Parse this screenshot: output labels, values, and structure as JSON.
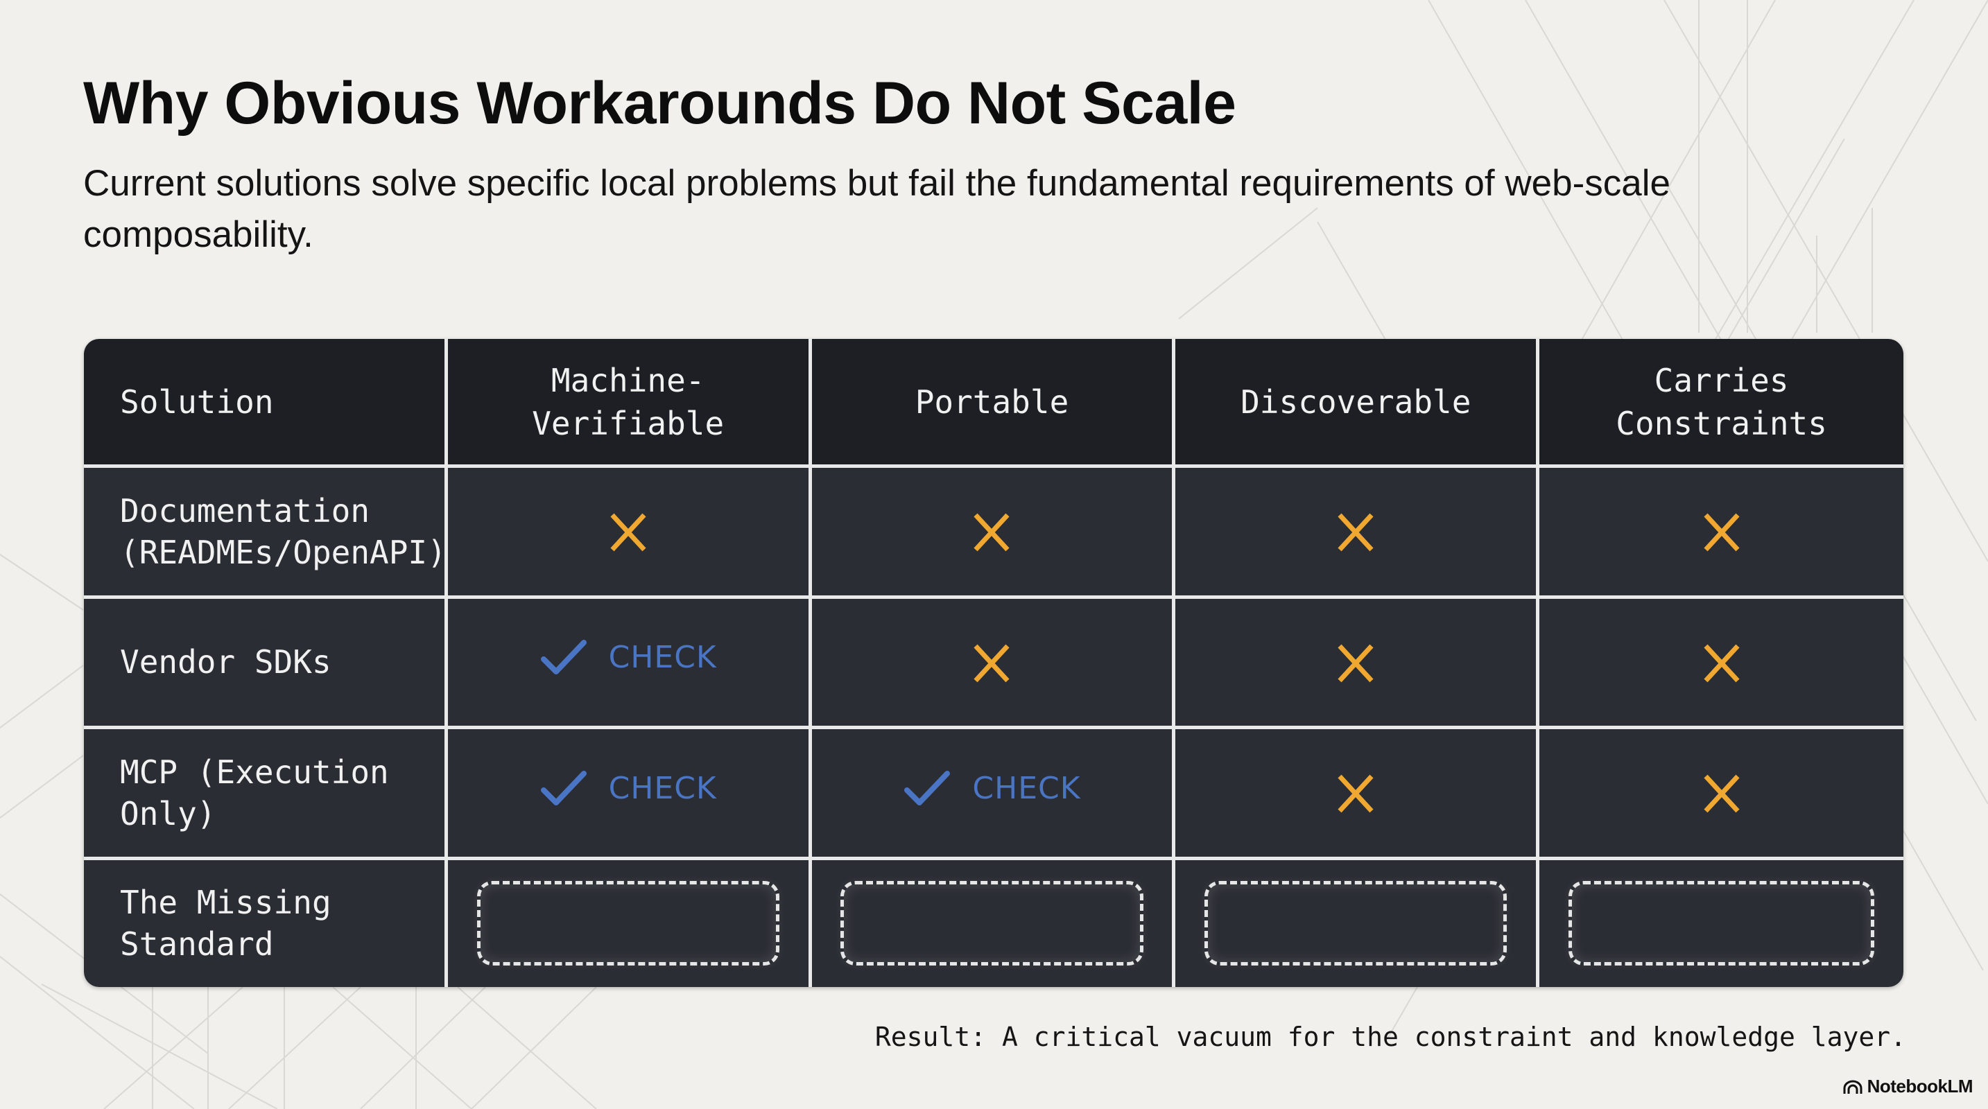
{
  "slide": {
    "title": "Why Obvious Workarounds Do Not Scale",
    "subtitle": "Current solutions solve specific local problems but fail the fundamental requirements of web-scale composability.",
    "result": "Result: A critical vacuum for the constraint and knowledge layer.",
    "brand": "NotebookLM"
  },
  "colors": {
    "background": "#f1f0ec",
    "header_bg": "#1d1f24",
    "cell_bg": "#2a2d33",
    "cross": "#f0a830",
    "check": "#4a74c4",
    "grid": "#e9e9e9"
  },
  "table": {
    "headers": [
      "Solution",
      "Machine-\nVerifiable",
      "Portable",
      "Discoverable",
      "Carries\nConstraints"
    ],
    "header_lines": {
      "h0": [
        "Solution"
      ],
      "h1": [
        "Machine-",
        "Verifiable"
      ],
      "h2": [
        "Portable"
      ],
      "h3": [
        "Discoverable"
      ],
      "h4": [
        "Carries",
        "Constraints"
      ]
    },
    "rows": [
      {
        "solution_lines": [
          "Documentation",
          "(READMEs/OpenAPI)"
        ],
        "values": [
          "cross",
          "cross",
          "cross",
          "cross"
        ]
      },
      {
        "solution_lines": [
          "Vendor SDKs"
        ],
        "values": [
          "check",
          "cross",
          "cross",
          "cross"
        ]
      },
      {
        "solution_lines": [
          "MCP (Execution Only)"
        ],
        "values": [
          "check",
          "check",
          "cross",
          "cross"
        ]
      },
      {
        "solution_lines": [
          "The Missing Standard"
        ],
        "values": [
          "empty",
          "empty",
          "empty",
          "empty"
        ]
      }
    ],
    "check_label": "CHECK",
    "icons": {
      "cross": "x-mark-icon",
      "check": "checkmark-icon",
      "empty": "dashed-placeholder"
    }
  }
}
